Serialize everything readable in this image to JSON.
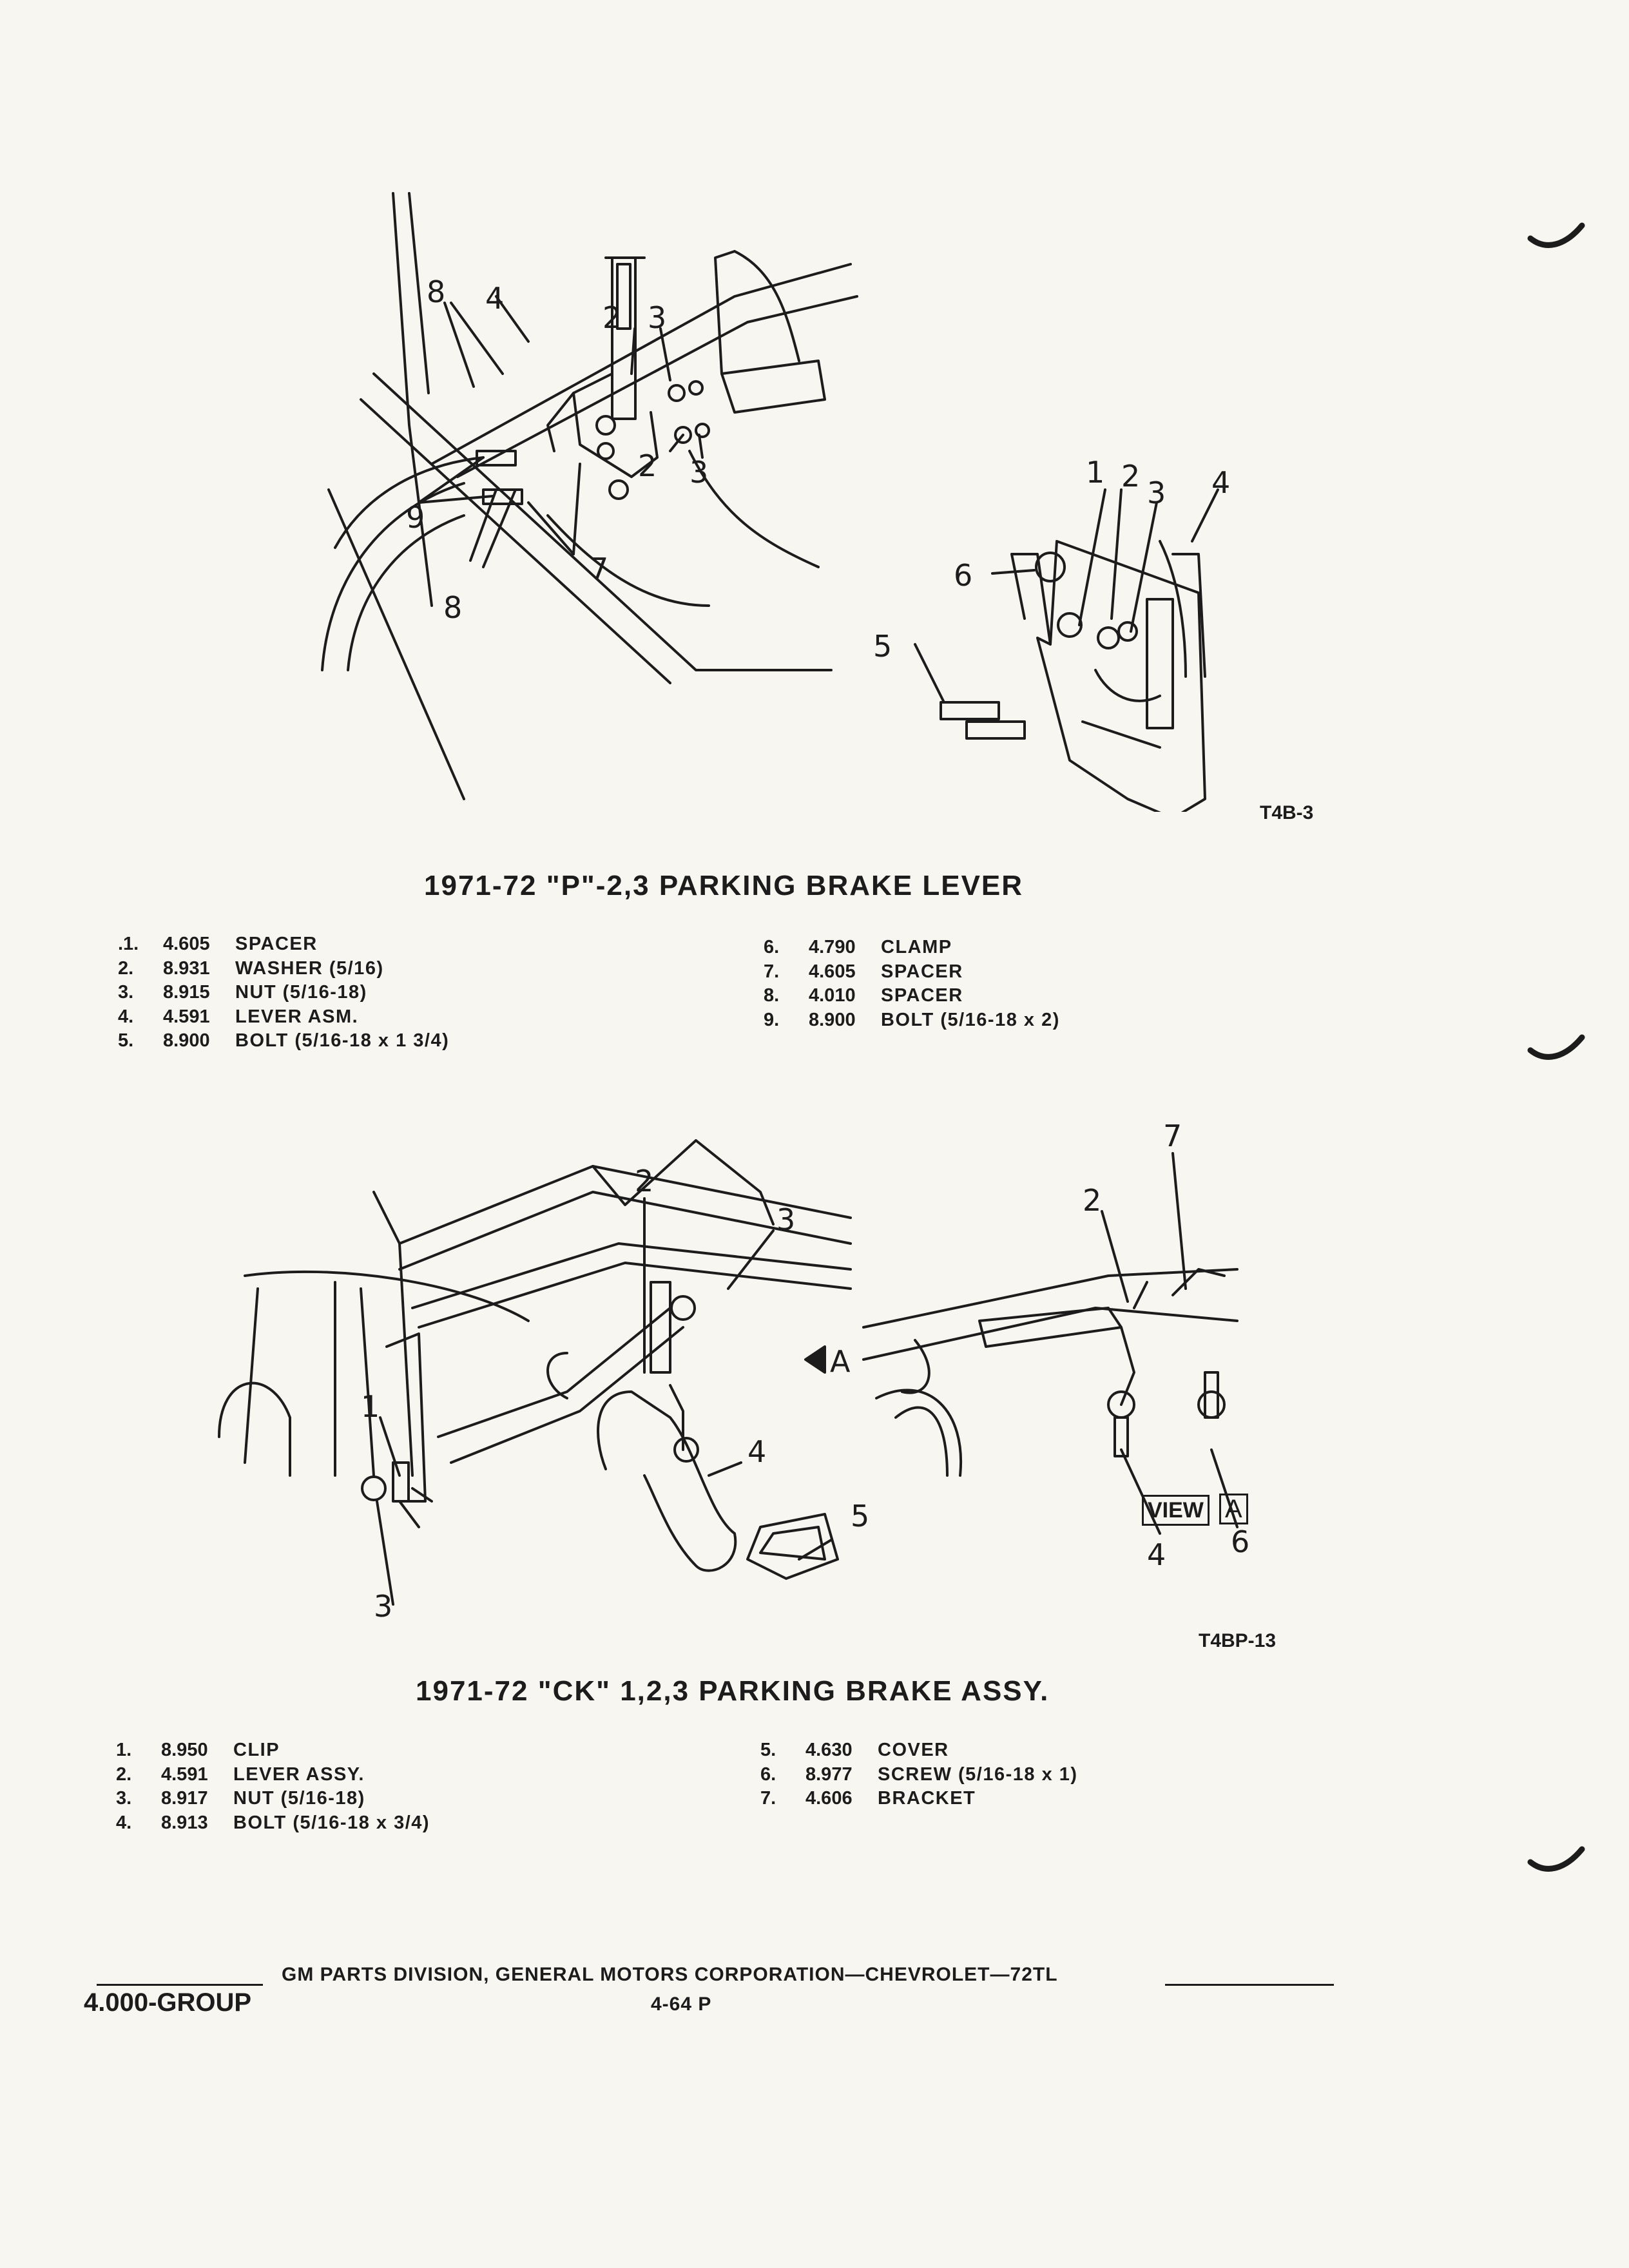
{
  "figures": [
    {
      "title": "1971-72  \"P\"-2,3  PARKING  BRAKE  LEVER",
      "code": "T4B-3",
      "callouts": {
        "c8a": "8",
        "c4": "4",
        "c2a": "2",
        "c3a": "3",
        "c2b": "2",
        "c3b": "3",
        "c9": "9",
        "c7": "7",
        "c8b": "8",
        "c1": "1",
        "c2c": "2",
        "c3c": "3",
        "c4b": "4",
        "c6": "6",
        "c5": "5"
      },
      "parts_left": [
        {
          "no": ".1.",
          "pn": "4.605",
          "desc": "SPACER"
        },
        {
          "no": "2.",
          "pn": "8.931",
          "desc": "WASHER (5/16)"
        },
        {
          "no": "3.",
          "pn": "8.915",
          "desc": "NUT (5/16-18)"
        },
        {
          "no": "4.",
          "pn": "4.591",
          "desc": "LEVER ASM."
        },
        {
          "no": "5.",
          "pn": "8.900",
          "desc": "BOLT (5/16-18 x 1 3/4)"
        }
      ],
      "parts_right": [
        {
          "no": "6.",
          "pn": "4.790",
          "desc": "CLAMP"
        },
        {
          "no": "7.",
          "pn": "4.605",
          "desc": "SPACER"
        },
        {
          "no": "8.",
          "pn": "4.010",
          "desc": "SPACER"
        },
        {
          "no": "9.",
          "pn": "8.900",
          "desc": "BOLT (5/16-18 x 2)"
        }
      ]
    },
    {
      "title": "1971-72  \"CK\"  1,2,3  PARKING BRAKE ASSY.",
      "code": "T4BP-13",
      "callouts": {
        "c2": "2",
        "c3": "3",
        "c1": "1",
        "c4": "4",
        "c5": "5",
        "c3b": "3",
        "cA": "A",
        "c7": "7",
        "c2b": "2",
        "c4b": "4",
        "c6": "6"
      },
      "view_label": "VIEW",
      "view_letter": "A",
      "parts_left": [
        {
          "no": "1.",
          "pn": "8.950",
          "desc": "CLIP"
        },
        {
          "no": "2.",
          "pn": "4.591",
          "desc": "LEVER ASSY."
        },
        {
          "no": "3.",
          "pn": "8.917",
          "desc": "NUT (5/16-18)"
        },
        {
          "no": "4.",
          "pn": "8.913",
          "desc": "BOLT (5/16-18 x 3/4)"
        }
      ],
      "parts_right": [
        {
          "no": "5.",
          "pn": "4.630",
          "desc": "COVER"
        },
        {
          "no": "6.",
          "pn": "8.977",
          "desc": "SCREW (5/16-18 x 1)"
        },
        {
          "no": "7.",
          "pn": "4.606",
          "desc": "BRACKET"
        }
      ]
    }
  ],
  "footer": {
    "text": "GM PARTS DIVISION, GENERAL MOTORS CORPORATION—CHEVROLET—72TL",
    "page": "4-64 P",
    "group": "4.000-GROUP"
  }
}
